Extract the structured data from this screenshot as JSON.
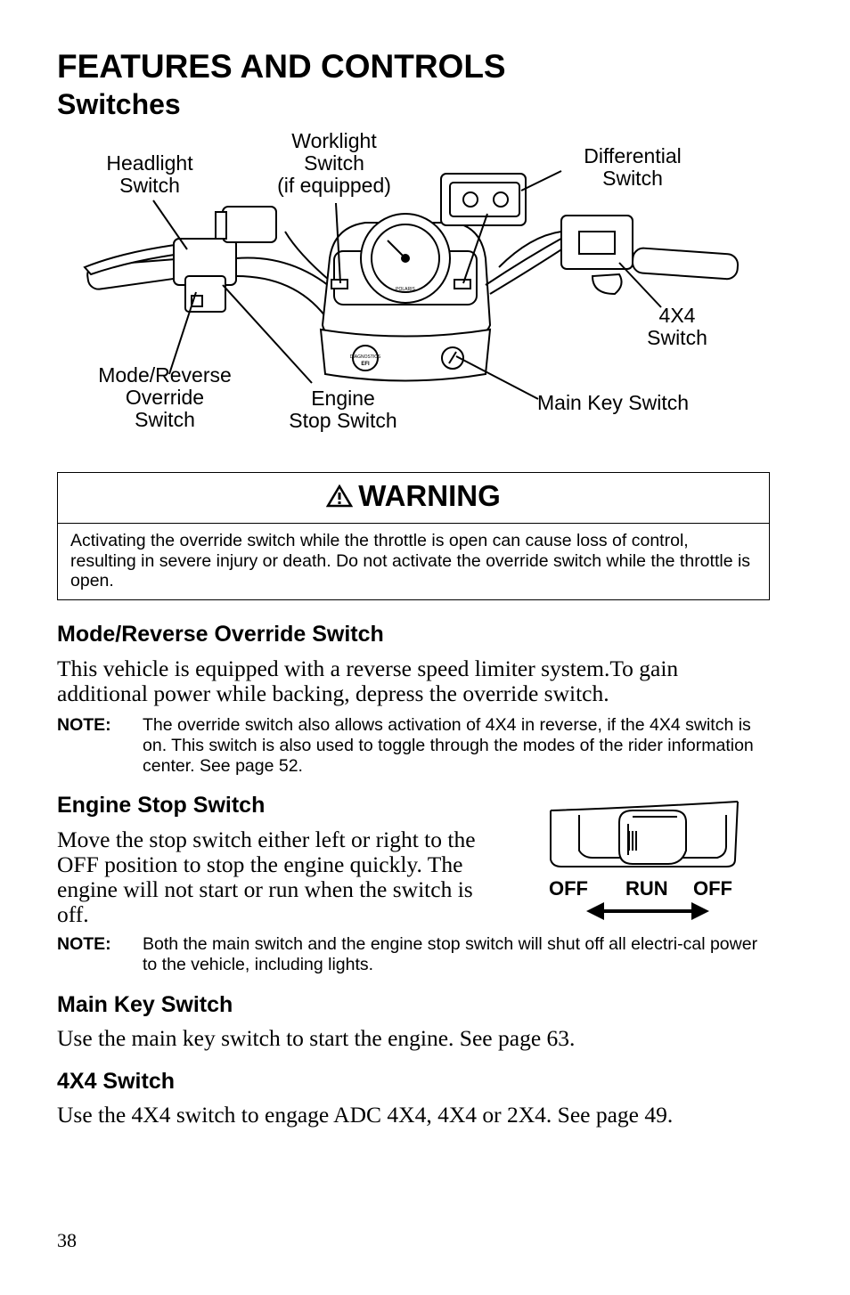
{
  "header": {
    "title": "FEATURES AND CONTROLS",
    "subtitle": "Switches"
  },
  "figure": {
    "labels": {
      "headlight": "Headlight\nSwitch",
      "worklight": "Worklight\nSwitch\n(if equipped)",
      "differential": "Differential\nSwitch",
      "fourbyfour": "4X4\nSwitch",
      "mode_reverse": "Mode/Reverse\nOverride\nSwitch",
      "engine_stop": "Engine\nStop Switch",
      "main_key": "Main Key Switch"
    },
    "panel_text": {
      "brand": "POLARIS",
      "diag": "DIAGNOSTICS",
      "efi": "EFI"
    }
  },
  "warning": {
    "heading": "WARNING",
    "body": "Activating the override switch while the throttle is open can cause loss of control, resulting in severe injury or death. Do not activate the override switch while the throttle is open."
  },
  "sections": {
    "mode_reverse": {
      "heading": "Mode/Reverse Override Switch",
      "body": "This vehicle is equipped with a reverse speed limiter system.To gain additional power while backing, depress the override switch.",
      "note_label": "NOTE:",
      "note": "The override switch also allows activation of 4X4 in reverse, if the 4X4 switch is on. This switch is also used to toggle through the modes of the rider information center. See page 52."
    },
    "engine_stop": {
      "heading": "Engine Stop Switch",
      "body": "Move the stop switch either left or right to the OFF position to stop the engine quickly. The engine will not start or run when the switch is off.",
      "switch_labels": {
        "left": "OFF",
        "center": "RUN",
        "right": "OFF"
      },
      "note_label": "NOTE:",
      "note": "Both the main switch and the engine stop switch will shut off all electri-cal power to the vehicle, including lights."
    },
    "main_key": {
      "heading": "Main Key Switch",
      "body": "Use the main key switch to start the engine. See page 63."
    },
    "fourbyfour": {
      "heading": "4X4 Switch",
      "body": "Use the 4X4 switch to engage ADC 4X4, 4X4 or 2X4. See page 49."
    }
  },
  "footer": {
    "page_number": "38"
  }
}
